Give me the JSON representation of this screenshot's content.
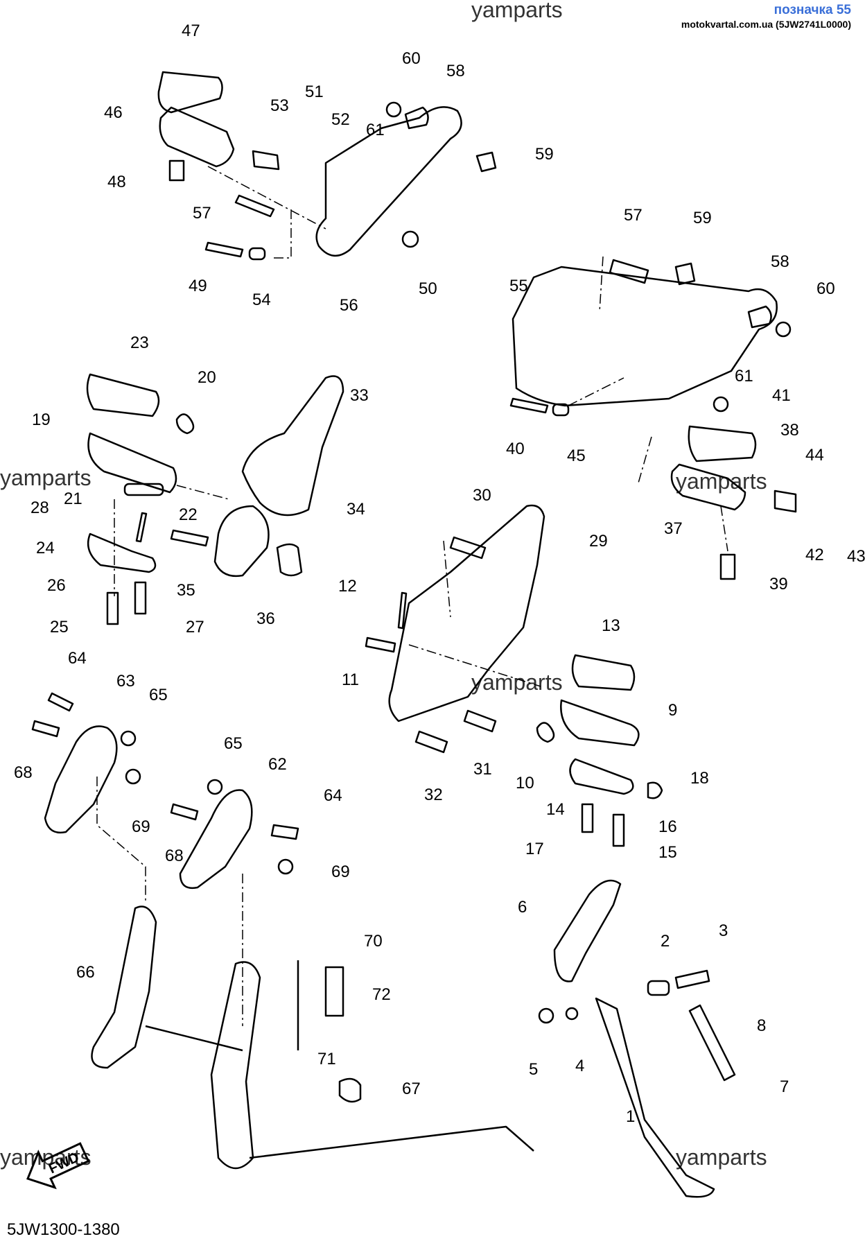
{
  "header": {
    "badge_title": "позначка 55",
    "badge_subtitle": "motokvartal.com.ua (5JW2741L0000)"
  },
  "figure_code": "5JW1300-1380",
  "watermark": "yamparts",
  "fwd_label": "FWD",
  "colors": {
    "line": "#000000",
    "badge": "#3a6fd8",
    "watermark": "#333333"
  },
  "callouts": [
    "47",
    "46",
    "48",
    "53",
    "51",
    "52",
    "61",
    "60",
    "58",
    "59",
    "57",
    "49",
    "54",
    "56",
    "50",
    "57",
    "59",
    "55",
    "58",
    "60",
    "61",
    "41",
    "40",
    "45",
    "38",
    "37",
    "44",
    "42",
    "43",
    "39",
    "23",
    "20",
    "33",
    "19",
    "28",
    "21",
    "22",
    "34",
    "24",
    "26",
    "25",
    "27",
    "35",
    "36",
    "30",
    "29",
    "12",
    "11",
    "13",
    "9",
    "10",
    "18",
    "14",
    "16",
    "17",
    "15",
    "31",
    "32",
    "64",
    "63",
    "65",
    "68",
    "69",
    "65",
    "62",
    "64",
    "68",
    "69",
    "6",
    "2",
    "3",
    "66",
    "70",
    "72",
    "71",
    "67",
    "5",
    "4",
    "8",
    "7",
    "1"
  ]
}
